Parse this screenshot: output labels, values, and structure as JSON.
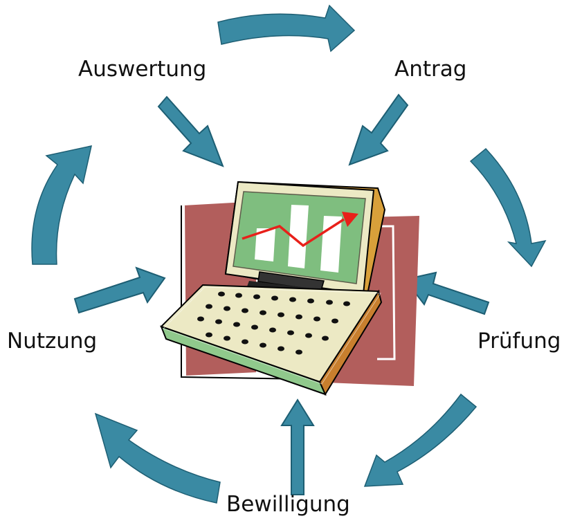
{
  "diagram": {
    "stages": {
      "auswertung": "Auswertung",
      "antrag": "Antrag",
      "pruefung": "Prüfung",
      "bewilligung": "Bewilligung",
      "nutzung": "Nutzung"
    },
    "colors": {
      "arrow_fill": "#3a8aa3",
      "arrow_stroke": "#1d5e73",
      "backdrop": "#b25e5c",
      "screen": "#7fbe7f",
      "monitor_body": "#ece9c4",
      "keyboard_base": "#90c98c",
      "trend_line": "#e8201a"
    },
    "icons": [
      "computer-monitor-icon",
      "trend-chart-icon",
      "keyboard-icon"
    ]
  }
}
